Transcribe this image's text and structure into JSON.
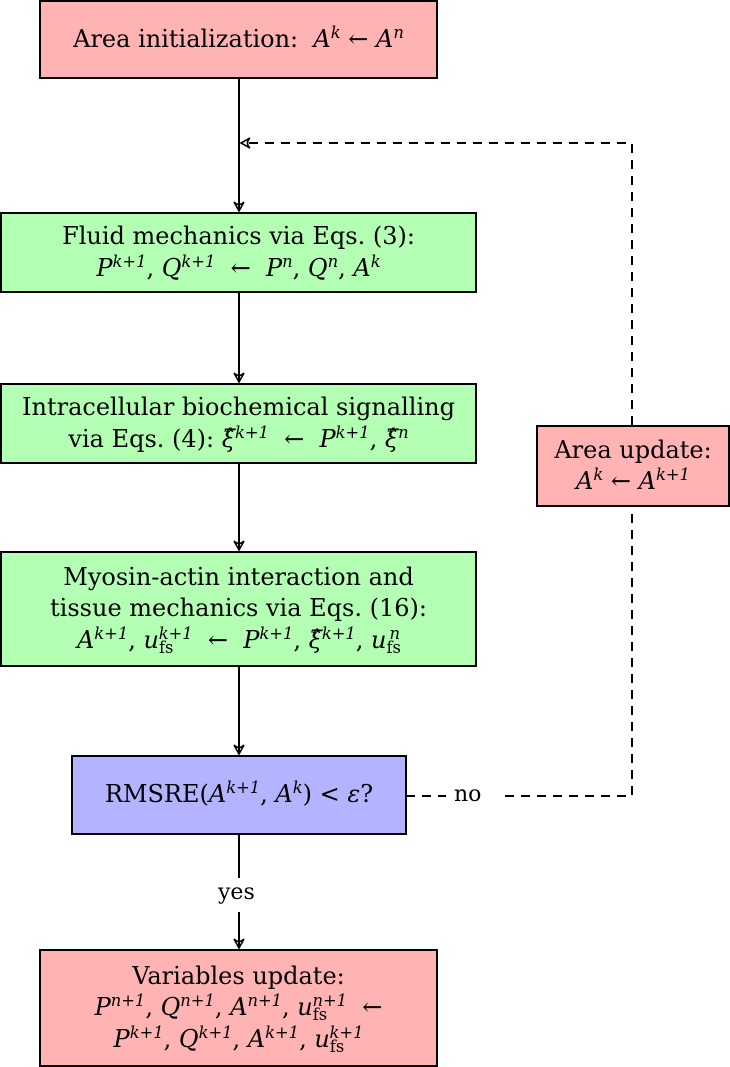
{
  "boxes": {
    "init": {
      "lines": [
        "Area initialization: A^k ← A^n"
      ]
    },
    "fluid": {
      "lines": [
        "Fluid mechanics via Eqs. (3):",
        "P^{k+1}, Q^{k+1} ← P^n, Q^n, A^k"
      ]
    },
    "signal": {
      "lines": [
        "Intracellular biochemical signalling",
        "via Eqs. (4): ξ̂^{k+1} ← P^{k+1}, ξ̂^n"
      ]
    },
    "myosin": {
      "lines": [
        "Myosin-actin interaction and",
        "tissue mechanics via Eqs. (16):",
        "A^{k+1}, u_fs^{k+1} ← P^{k+1}, ξ̂^{k+1}, u_fs^n"
      ]
    },
    "check": {
      "lines": [
        "RMSRE(A^{k+1}, A^k) < ε?"
      ]
    },
    "area_update": {
      "lines": [
        "Area update:",
        "A^k ← A^{k+1}"
      ]
    },
    "vars_update": {
      "lines": [
        "Variables update:",
        "P^{n+1}, Q^{n+1}, A^{n+1}, u_fs^{n+1} ←",
        "P^{k+1}, Q^{k+1}, A^{k+1}, u_fs^{k+1}"
      ]
    }
  },
  "edge_labels": {
    "no": "no",
    "yes": "yes"
  },
  "colors": {
    "init": "#ffb3b3",
    "process": "#b3ffb3",
    "decision": "#b3b3ff"
  }
}
